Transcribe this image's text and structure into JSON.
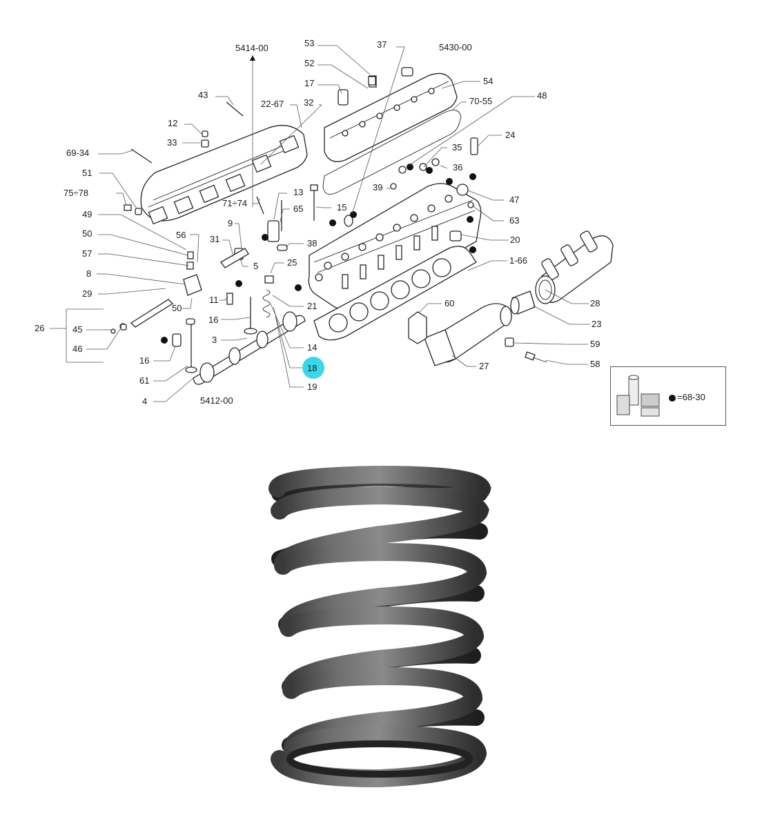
{
  "diagram": {
    "group_labels": {
      "top_left": "5414-00",
      "top_right": "5430-00",
      "bottom": "5412-00"
    },
    "callouts": [
      {
        "text": "53"
      },
      {
        "text": "37"
      },
      {
        "text": "52"
      },
      {
        "text": "17"
      },
      {
        "text": "54"
      },
      {
        "text": "43"
      },
      {
        "text": "22-67"
      },
      {
        "text": "32"
      },
      {
        "text": "70-55"
      },
      {
        "text": "48"
      },
      {
        "text": "12"
      },
      {
        "text": "33"
      },
      {
        "text": "69-34"
      },
      {
        "text": "24"
      },
      {
        "text": "35"
      },
      {
        "text": "36"
      },
      {
        "text": "51"
      },
      {
        "text": "75÷78"
      },
      {
        "text": "13"
      },
      {
        "text": "39"
      },
      {
        "text": "47"
      },
      {
        "text": "71÷74"
      },
      {
        "text": "15"
      },
      {
        "text": "65"
      },
      {
        "text": "49"
      },
      {
        "text": "63"
      },
      {
        "text": "9"
      },
      {
        "text": "50"
      },
      {
        "text": "31"
      },
      {
        "text": "56"
      },
      {
        "text": "38"
      },
      {
        "text": "20"
      },
      {
        "text": "57"
      },
      {
        "text": "5"
      },
      {
        "text": "25"
      },
      {
        "text": "1-66"
      },
      {
        "text": "8"
      },
      {
        "text": "29"
      },
      {
        "text": "11"
      },
      {
        "text": "21"
      },
      {
        "text": "50"
      },
      {
        "text": "28"
      },
      {
        "text": "16"
      },
      {
        "text": "60"
      },
      {
        "text": "26"
      },
      {
        "text": "45"
      },
      {
        "text": "23"
      },
      {
        "text": "3"
      },
      {
        "text": "46"
      },
      {
        "text": "14"
      },
      {
        "text": "59"
      },
      {
        "text": "16"
      },
      {
        "text": "18"
      },
      {
        "text": "27"
      },
      {
        "text": "58"
      },
      {
        "text": "61"
      },
      {
        "text": "19"
      },
      {
        "text": "4"
      }
    ],
    "highlighted_callout": "18",
    "highlight_color": "#3ad7ea"
  },
  "legend": {
    "text": "=68-30"
  }
}
